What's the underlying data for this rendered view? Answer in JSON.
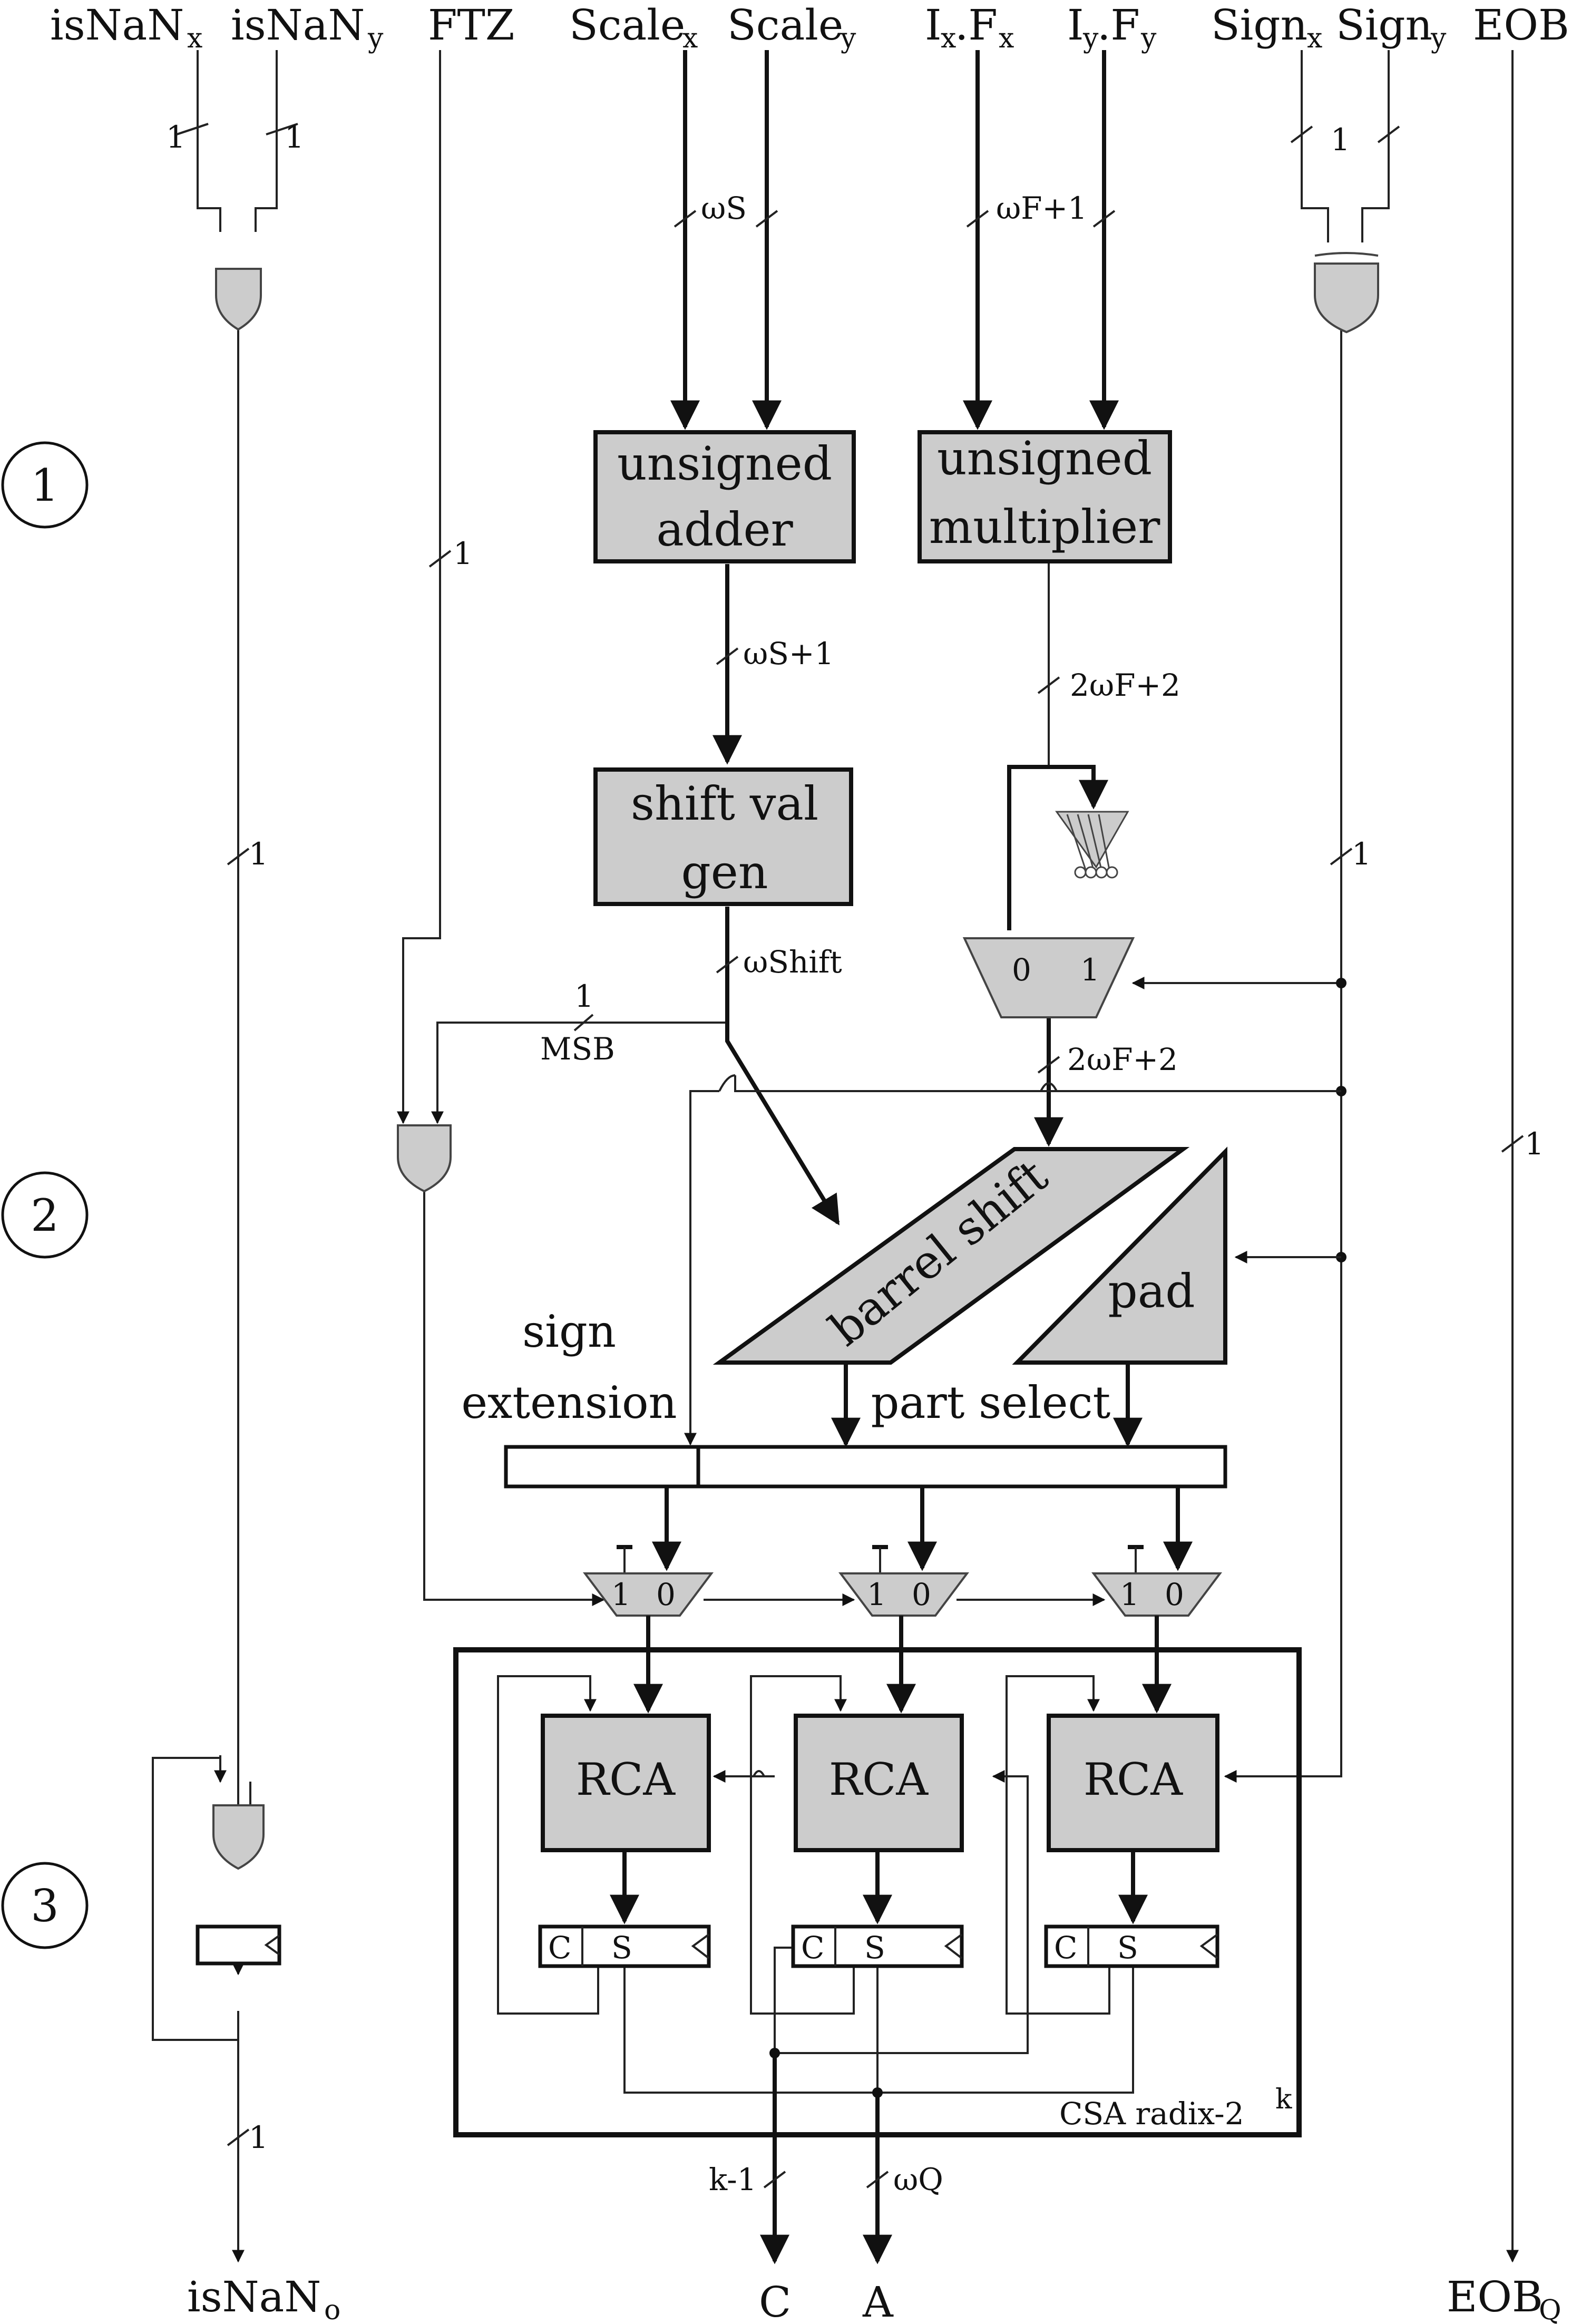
{
  "inputs": {
    "isnan_x": {
      "main": "isNaN",
      "sub": "x"
    },
    "isnan_y": {
      "main": "isNaN",
      "sub": "y"
    },
    "ftz": "FTZ",
    "scale_x": {
      "main": "Scale",
      "sub": "x"
    },
    "scale_y": {
      "main": "Scale",
      "sub": "y"
    },
    "ixfx": {
      "a": "I",
      "asub": "x",
      "b": ".F",
      "bsub": "x"
    },
    "iyfy": {
      "a": "I",
      "asub": "y",
      "b": ".F",
      "bsub": "y"
    },
    "sign_x": {
      "main": "Sign",
      "sub": "x"
    },
    "sign_y": {
      "main": "Sign",
      "sub": "y"
    },
    "eob": "EOB"
  },
  "outputs": {
    "isnan_o": {
      "main": "isNaN",
      "sub": "o"
    },
    "c": "C",
    "a": "A",
    "eob_q": {
      "main": "EOB",
      "sub": "Q"
    }
  },
  "stages": [
    "1",
    "2",
    "3"
  ],
  "blocks": {
    "adder": [
      "unsigned",
      "adder"
    ],
    "multiplier": [
      "unsigned",
      "multiplier"
    ],
    "shift_val_gen": [
      "shift val",
      "gen"
    ],
    "barrel_shift": "barrel shift",
    "pad": "pad",
    "rca": "RCA",
    "reg_c": "C",
    "reg_s": "S",
    "csa_main": "CSA radix-2",
    "csa_sup": "k"
  },
  "labels": {
    "sign_extension": [
      "sign",
      "extension"
    ],
    "part_select": "part select",
    "msb": "MSB",
    "mux0": "0",
    "mux1": "1",
    "sel1": "1",
    "sel0": "0"
  },
  "widths": {
    "isnan_x": "1",
    "isnan_y": "1",
    "sign": "1",
    "ftz": "1",
    "scale": "ωS",
    "frac": "ωF+1",
    "adder_out": "ωS+1",
    "mult_out": "2ωF+2",
    "shift": "ωShift",
    "msb": "1",
    "mux_out": "2ωF+2",
    "isnan_mid": "1",
    "sign_mid": "1",
    "eob": "1",
    "isnan_out": "1",
    "c_out": "k-1",
    "a_out": "ωQ"
  }
}
